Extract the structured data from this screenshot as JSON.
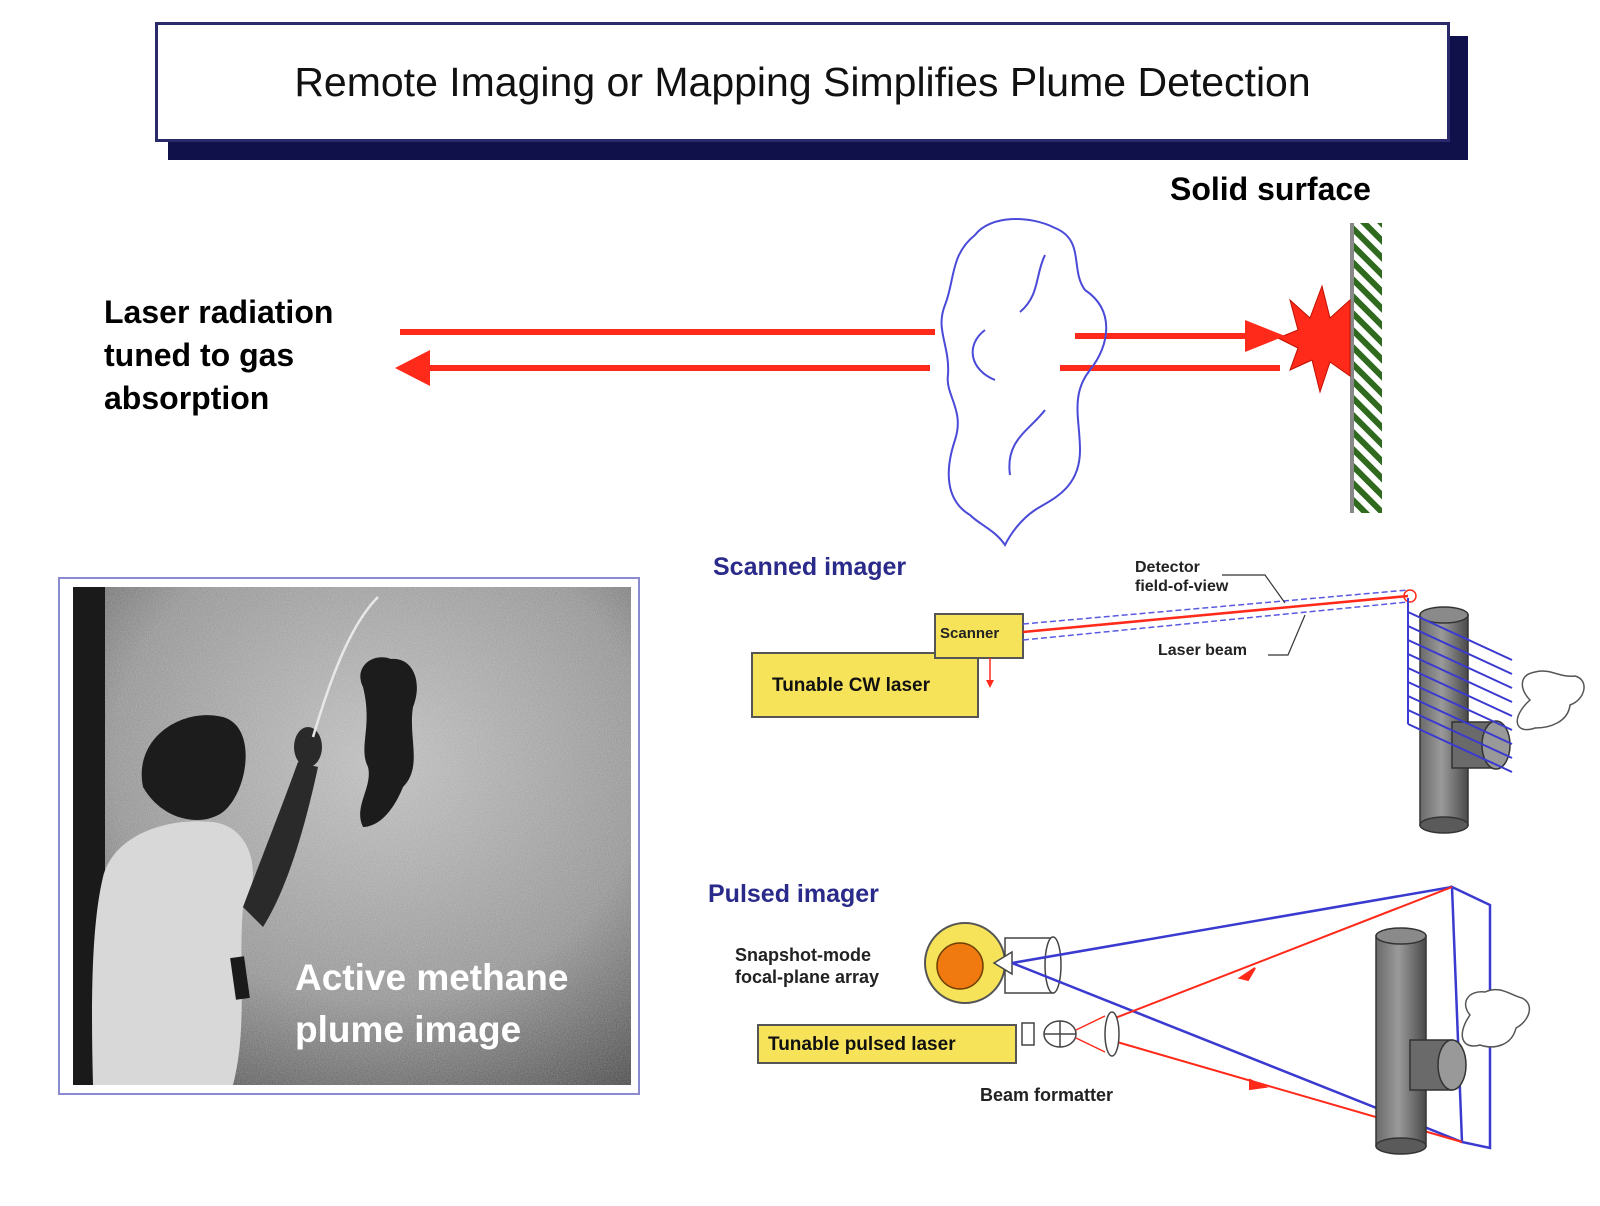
{
  "title": "Remote Imaging or Mapping Simplifies Plume Detection",
  "top_diagram": {
    "solid_surface_label": "Solid surface",
    "laser_label_lines": [
      "Laser radiation",
      "tuned to gas",
      "absorption"
    ]
  },
  "scanned_imager": {
    "heading": "Scanned imager",
    "scanner_label": "Scanner",
    "laser_label": "Tunable CW laser",
    "detector_fov_lines": [
      "Detector",
      "field-of-view"
    ],
    "laser_beam_label": "Laser beam"
  },
  "pulsed_imager": {
    "heading": "Pulsed imager",
    "array_label_lines": [
      "Snapshot-mode",
      "focal-plane array"
    ],
    "laser_label": "Tunable pulsed laser",
    "formatter_label": "Beam formatter"
  },
  "photo": {
    "caption_lines": [
      "Active methane",
      "plume image"
    ]
  },
  "colors": {
    "laser_red": "#ff2a1a",
    "outline_blue": "#3a3ad0",
    "box_yellow": "#f6e35a",
    "heading_blue": "#2a2a8a",
    "title_shadow": "#10104a"
  }
}
